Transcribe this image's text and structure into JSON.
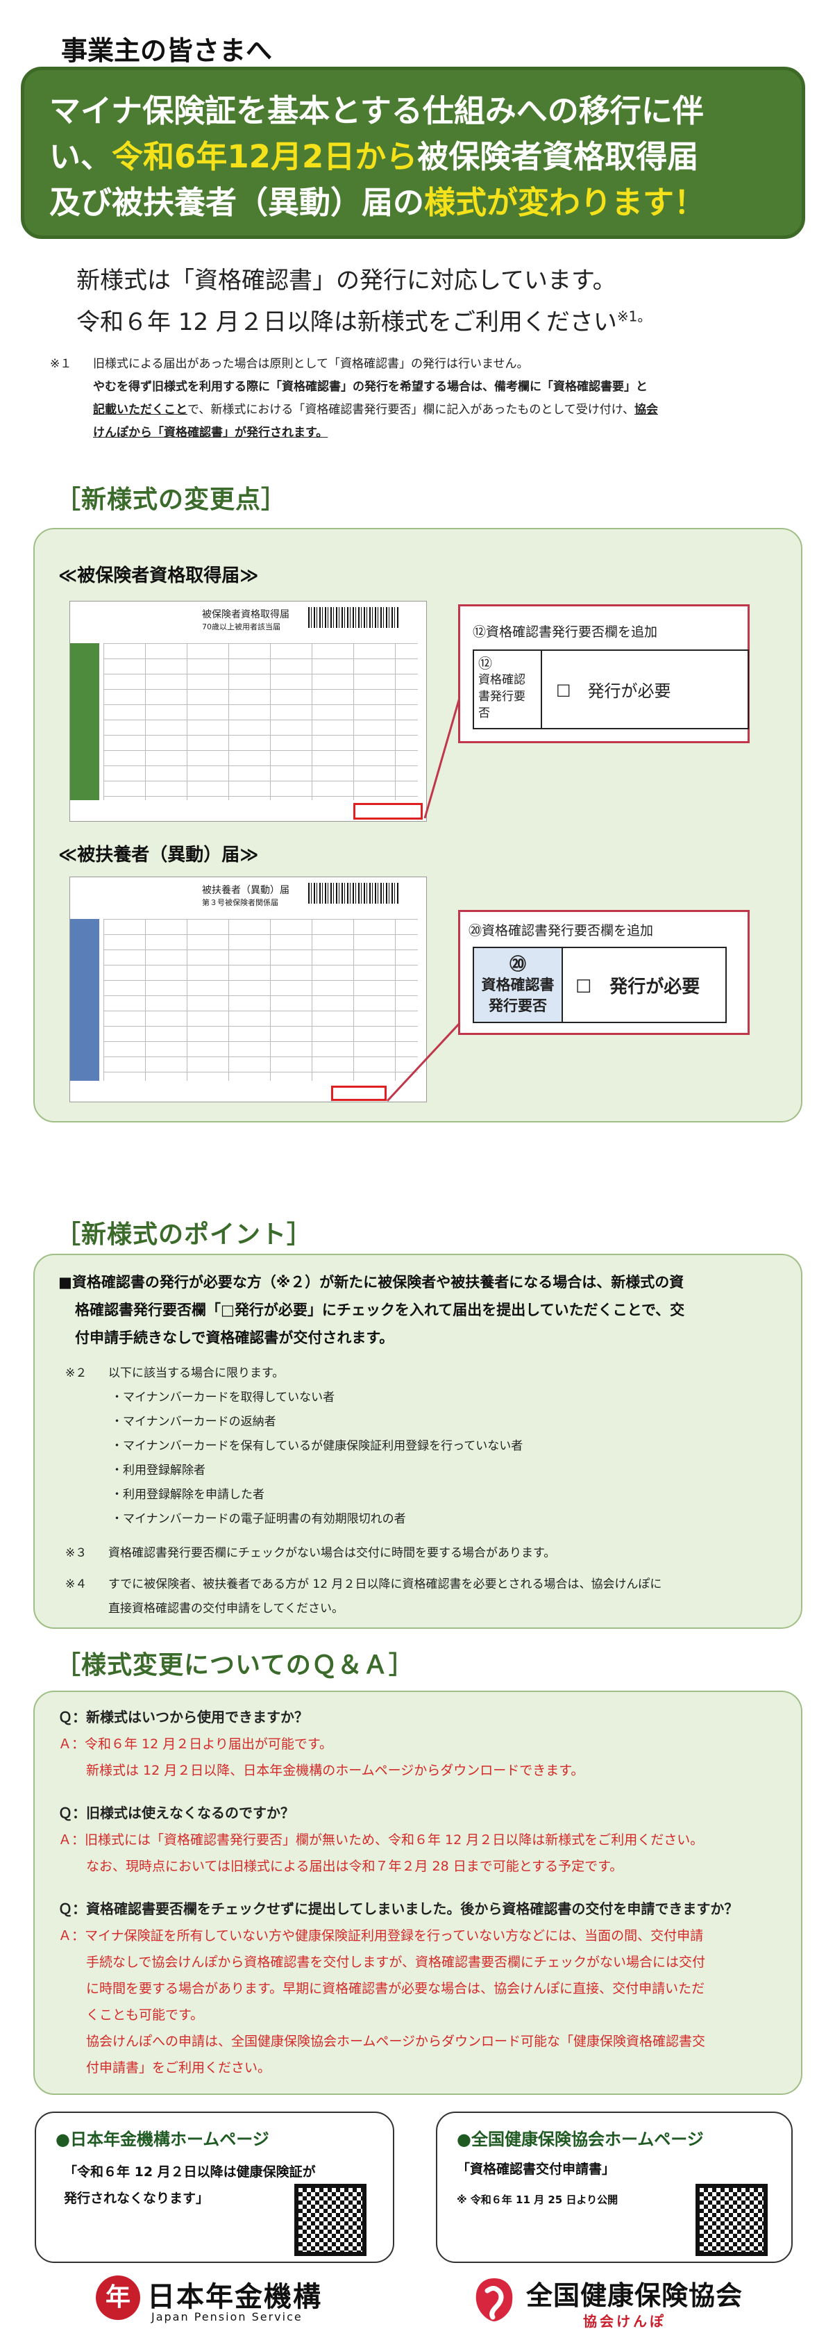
{
  "header": {
    "greeting": "事業主の皆さまへ",
    "banner_line1": "マイナ保険証を基本とする仕組みへの移行に伴",
    "banner_line2_pre": "い、",
    "banner_line2_hl": "令和6年12月2日から",
    "banner_line2_post": "被保険者資格取得届",
    "banner_line3_pre": "及び被扶養者（異動）届の",
    "banner_line3_hl": "様式が変わります！"
  },
  "intro": {
    "line1": "新様式は「資格確認書」の発行に対応しています。",
    "line2": "令和６年 12 月２日以降は新様式をご利用ください",
    "line2_note": "※1。"
  },
  "note1": {
    "label": "※１",
    "line1": "旧様式による届出があった場合は原則として「資格確認書」の発行は行いません。",
    "line2": "やむを得ず旧様式を利用する際に「資格確認書」の発行を希望する場合は、備考欄に「資格確認書要」と",
    "line3_u": "記載いただくこと",
    "line3_rest": "で、新様式における「資格確認書発行要否」欄に記入があったものとして受け付け、",
    "line3_u2": "協会",
    "line4_u": "けんぽから「資格確認書」が発行されます。"
  },
  "changes": {
    "title": "［新様式の変更点］",
    "form1_label": "≪被保険者資格取得届≫",
    "form1_title": "被保険者資格取得届",
    "form1_sub": "70歳以上被用者該当届",
    "callout1_title": "⑫資格確認書発行要否欄を追加",
    "callout1_num": "⑫",
    "callout1_cell": "資格確認書発行要否",
    "callout1_option": "☐　発行が必要",
    "form2_label": "≪被扶養者（異動）届≫",
    "form2_title": "被扶養者（異動）届",
    "form2_sub": "第３号被保険者関係届",
    "callout2_title": "⑳資格確認書発行要否欄を追加",
    "callout2_num": "⑳",
    "callout2_cell": "資格確認書発行要否",
    "callout2_option": "☐　発行が必要"
  },
  "points": {
    "title": "［新様式のポイント］",
    "main_line1": "■資格確認書の発行が必要な方（※２）が新たに被保険者や被扶養者になる場合は、新様式の資",
    "main_line2": "格確認書発行要否欄「□発行が必要」にチェックを入れて届出を提出していただくことで、交",
    "main_line3": "付申請手続きなしで資格確認書が交付されます。",
    "note2_label": "※２",
    "note2_text": "以下に該当する場合に限ります。",
    "note2_items": [
      "・マイナンバーカードを取得していない者",
      "・マイナンバーカードの返納者",
      "・マイナンバーカードを保有しているが健康保険証利用登録を行っていない者",
      "・利用登録解除者",
      "・利用登録解除を申請した者",
      "・マイナンバーカードの電子証明書の有効期限切れの者"
    ],
    "note3_label": "※３",
    "note3_text": "資格確認書発行要否欄にチェックがない場合は交付に時間を要する場合があります。",
    "note4_label": "※４",
    "note4_line1": "すでに被保険者、被扶養者である方が 12 月２日以降に資格確認書を必要とされる場合は、協会けんぽに",
    "note4_line2": "直接資格確認書の交付申請をしてください。"
  },
  "qa": {
    "title": "［様式変更についてのＱ＆Ａ］",
    "q1": "Ｑ：新様式はいつから使用できますか？",
    "a1_line1": "Ａ：令和６年 12 月２日より届出が可能です。",
    "a1_line2": "新様式は 12 月２日以降、日本年金機構のホームページからダウンロードできます。",
    "q2": "Ｑ：旧様式は使えなくなるのですか？",
    "a2_line1": "Ａ：旧様式には「資格確認書発行要否」欄が無いため、令和６年 12 月２日以降は新様式をご利用ください。",
    "a2_line2": "なお、現時点においては旧様式による届出は令和７年２月 28 日まで可能とする予定です。",
    "q3": "Ｑ：資格確認書要否欄をチェックせずに提出してしまいました。後から資格確認書の交付を申請できますか？",
    "a3_line1": "Ａ：マイナ保険証を所有していない方や健康保険証利用登録を行っていない方などには、当面の間、交付申請",
    "a3_line2": "手続なしで協会けんぽから資格確認書を交付しますが、資格確認書要否欄にチェックがない場合には交付",
    "a3_line3": "に時間を要する場合があります。早期に資格確認書が必要な場合は、協会けんぽに直接、交付申請いただ",
    "a3_line4": "くことも可能です。",
    "a3_line5": "協会けんぽへの申請は、全国健康保険協会ホームページからダウンロード可能な「健康保険資格確認書交",
    "a3_line6": "付申請書」をご利用ください。"
  },
  "homepages": {
    "nenkin_title": "●日本年金機構ホームページ",
    "nenkin_text1": "「令和６年 12 月２日以降は健康保険証が",
    "nenkin_text2": "発行されなくなります」",
    "kyokai_title": "●全国健康保険協会ホームページ",
    "kyokai_text1": "「資格確認書交付申請書」",
    "kyokai_text2": "※ 令和６年 11 月 25 日より公開"
  },
  "logos": {
    "nenkin_name": "日本年金機構",
    "nenkin_en": "Japan Pension Service",
    "nenkin_mark": "年",
    "kyokai_name": "全国健康保険協会",
    "kyokai_sub": "協会けんぽ"
  },
  "colors": {
    "banner_green": "#4c7c32",
    "highlight_yellow": "#f5e21a",
    "title_green": "#3b6b2a",
    "panel_bg": "#e8f1dd",
    "answer_red": "#d42a2a"
  }
}
